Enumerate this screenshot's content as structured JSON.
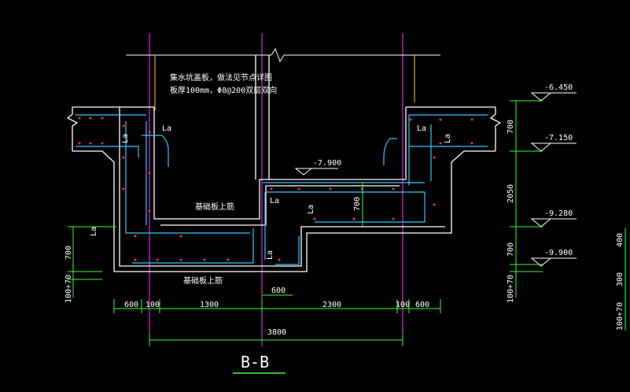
{
  "section": {
    "title": "B-B",
    "notes": {
      "line1": "集水坑盖板，做法见节点详图",
      "line2": "板厚100mm，Φ8@200双层双向"
    },
    "level_labels": [
      "-6.450",
      "-7.150",
      "-7.900",
      "-9.280",
      "-9.900"
    ],
    "rebar_notes": {
      "upper": "基础板上筋",
      "lower": "基础板上筋"
    },
    "anchor_label": "La",
    "dims_bottom": [
      "600",
      "100",
      "1300",
      "2300",
      "100",
      "600"
    ],
    "dim_total": "3800",
    "dim_600_inner": "600",
    "dims_left": [
      "700",
      "100+70"
    ],
    "dims_right": [
      "700",
      "2050",
      "700",
      "100+70"
    ],
    "dim_700_center": "700",
    "dims_far_right": [
      "400",
      "300",
      "100+70"
    ]
  },
  "colors": {
    "background": "#000000",
    "concrete_outline": "#ffffff",
    "rebar": "#32c8ff",
    "dimension": "#33ff33",
    "axis": "#ff33ff",
    "text": "#ffffff",
    "rebar_dots": "#ff3333"
  }
}
